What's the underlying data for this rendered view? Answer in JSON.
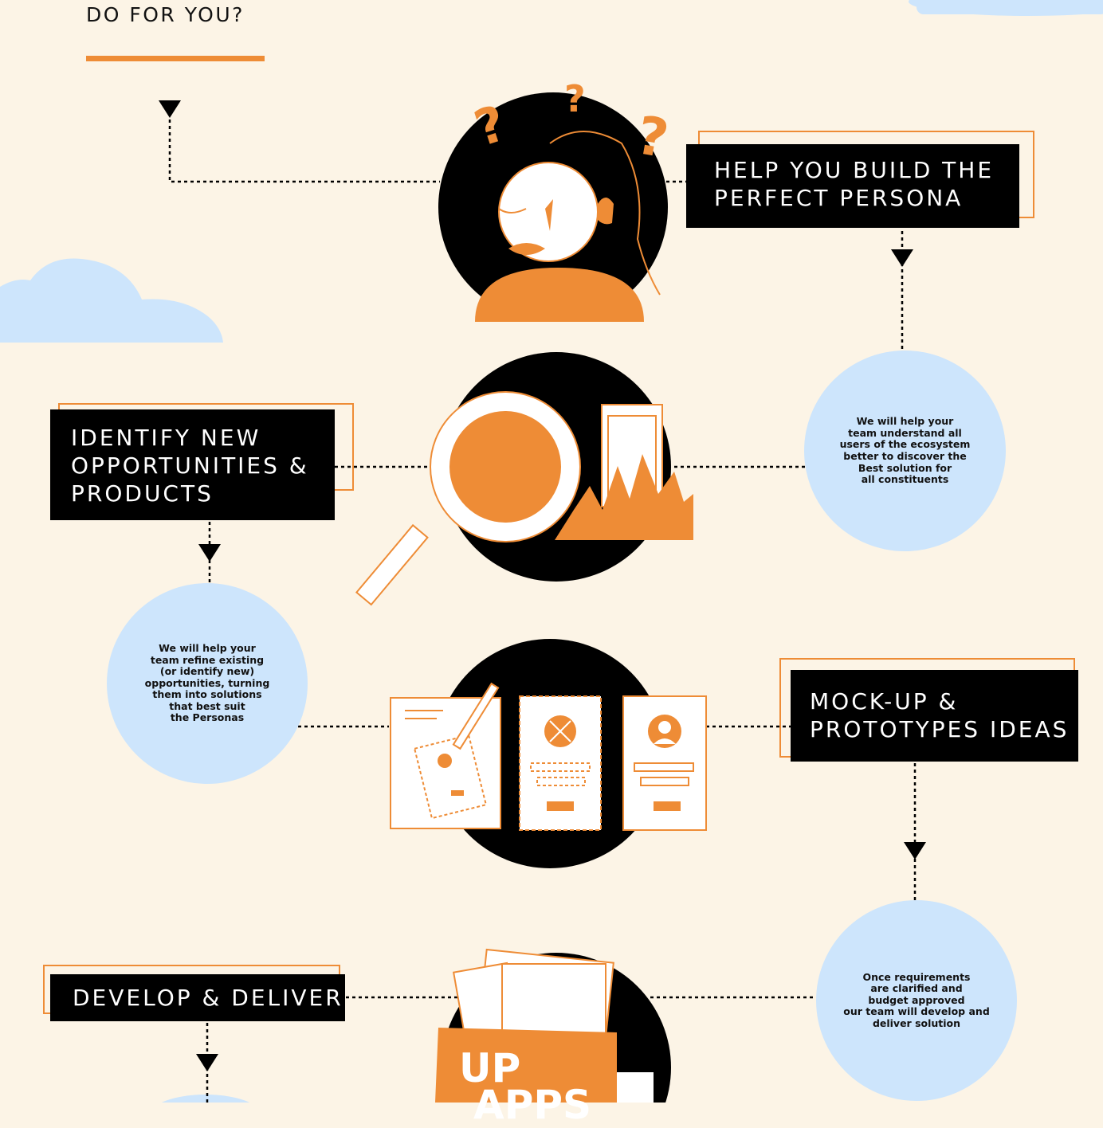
{
  "intro": {
    "heading_tail": "DO FOR YOU?"
  },
  "steps": [
    {
      "title_lines": [
        "HELP YOU BUILD THE",
        "PERFECT PERSONA"
      ],
      "description_lines": [
        "We will help your",
        "team understand all",
        "users of the ecosystem",
        "better to discover the",
        "Best solution for",
        "all constituents"
      ],
      "illustration": "persona-thinking-icon"
    },
    {
      "title_lines": [
        "IDENTIFY NEW",
        "OPPORTUNITIES &",
        "PRODUCTS"
      ],
      "description_lines": [
        "We will help your",
        "team refine existing",
        "(or identify new)",
        "opportunities, turning",
        "them into solutions",
        "that best suit",
        "the Personas"
      ],
      "illustration": "magnifier-phone-icon"
    },
    {
      "title_lines": [
        "MOCK-UP &",
        "PROTOTYPES IDEAS"
      ],
      "description_lines": [
        "Once requirements",
        "are clarified and",
        "budget approved",
        "our team will develop and",
        "deliver solution"
      ],
      "illustration": "wireframe-screens-icon"
    },
    {
      "title_lines": [
        "DEVELOP & DELIVER"
      ],
      "illustration": "apps-folder-icon",
      "illustration_text": [
        "UP",
        "APPS"
      ]
    }
  ],
  "colors": {
    "background": "#fcf4e6",
    "accent": "#ee8c36",
    "cloud": "#cde5fc",
    "box": "#000000"
  }
}
